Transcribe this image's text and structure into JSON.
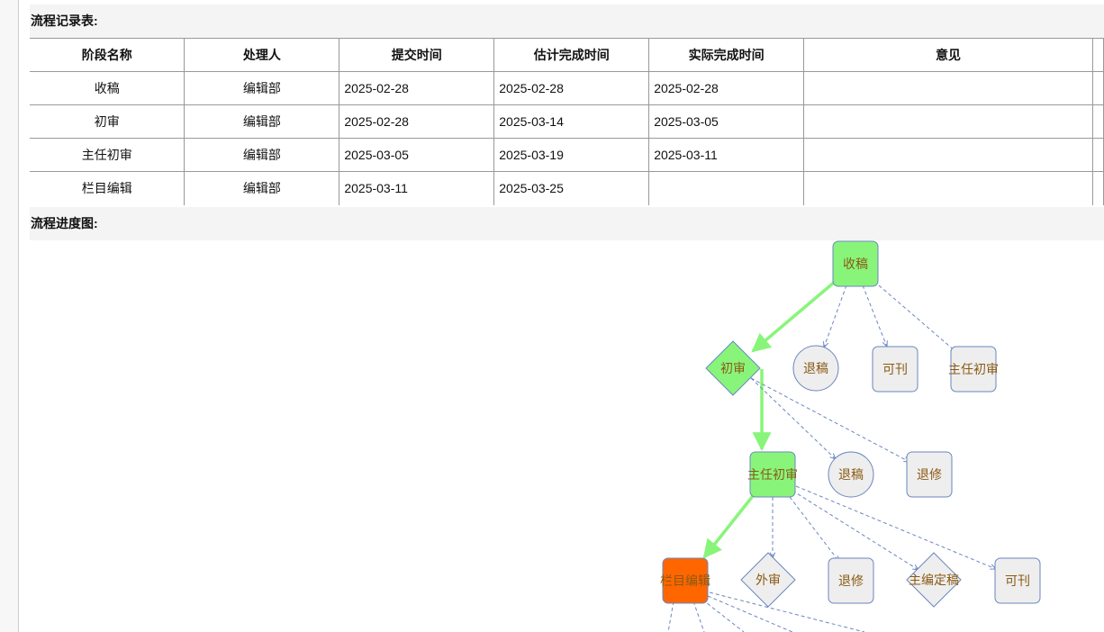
{
  "records_title": "流程记录表:",
  "table": {
    "headers": [
      "阶段名称",
      "处理人",
      "提交时间",
      "估计完成时间",
      "实际完成时间",
      "意见"
    ],
    "rows": [
      [
        "收稿",
        "编辑部",
        "2025-02-28",
        "2025-02-28",
        "2025-02-28",
        ""
      ],
      [
        "初审",
        "编辑部",
        "2025-02-28",
        "2025-03-14",
        "2025-03-05",
        ""
      ],
      [
        "主任初审",
        "编辑部",
        "2025-03-05",
        "2025-03-19",
        "2025-03-11",
        ""
      ],
      [
        "栏目编辑",
        "编辑部",
        "2025-03-11",
        "2025-03-25",
        "",
        ""
      ]
    ]
  },
  "chart_title": "流程进度图:",
  "flow": {
    "colors": {
      "done": "#88f57a",
      "current": "#ff6600",
      "pending": "#eeeeee",
      "border": "#6b86bf",
      "done_edge": "#88f57a",
      "option_edge": "#6b86bf"
    },
    "nodes": [
      {
        "id": "n1",
        "label": "收稿",
        "shape": "rounded-rect",
        "status": "done"
      },
      {
        "id": "n2",
        "label": "初审",
        "shape": "diamond",
        "status": "done"
      },
      {
        "id": "n3",
        "label": "退稿",
        "shape": "circle",
        "status": "pending"
      },
      {
        "id": "n4",
        "label": "可刊",
        "shape": "rounded-rect",
        "status": "pending"
      },
      {
        "id": "n5",
        "label": "主任初审",
        "shape": "rounded-rect",
        "status": "pending"
      },
      {
        "id": "n6",
        "label": "主任初审",
        "shape": "rounded-rect",
        "status": "done"
      },
      {
        "id": "n7",
        "label": "退稿",
        "shape": "circle",
        "status": "pending"
      },
      {
        "id": "n8",
        "label": "退修",
        "shape": "rounded-rect",
        "status": "pending"
      },
      {
        "id": "n9",
        "label": "栏目编辑",
        "shape": "rounded-rect",
        "status": "current"
      },
      {
        "id": "n10",
        "label": "外审",
        "shape": "diamond",
        "status": "pending"
      },
      {
        "id": "n11",
        "label": "退修",
        "shape": "rounded-rect",
        "status": "pending"
      },
      {
        "id": "n12",
        "label": "主编定稿",
        "shape": "diamond",
        "status": "pending"
      },
      {
        "id": "n13",
        "label": "可刊",
        "shape": "rounded-rect",
        "status": "pending"
      }
    ],
    "edges": [
      {
        "from": "n1",
        "to": "n2",
        "type": "done"
      },
      {
        "from": "n1",
        "to": "n3",
        "type": "option"
      },
      {
        "from": "n1",
        "to": "n4",
        "type": "option"
      },
      {
        "from": "n1",
        "to": "n5",
        "type": "option"
      },
      {
        "from": "n2",
        "to": "n6",
        "type": "done"
      },
      {
        "from": "n2",
        "to": "n7",
        "type": "option"
      },
      {
        "from": "n2",
        "to": "n8",
        "type": "option"
      },
      {
        "from": "n6",
        "to": "n9",
        "type": "done"
      },
      {
        "from": "n6",
        "to": "n10",
        "type": "option"
      },
      {
        "from": "n6",
        "to": "n11",
        "type": "option"
      },
      {
        "from": "n6",
        "to": "n12",
        "type": "option"
      },
      {
        "from": "n6",
        "to": "n13",
        "type": "option"
      }
    ]
  }
}
